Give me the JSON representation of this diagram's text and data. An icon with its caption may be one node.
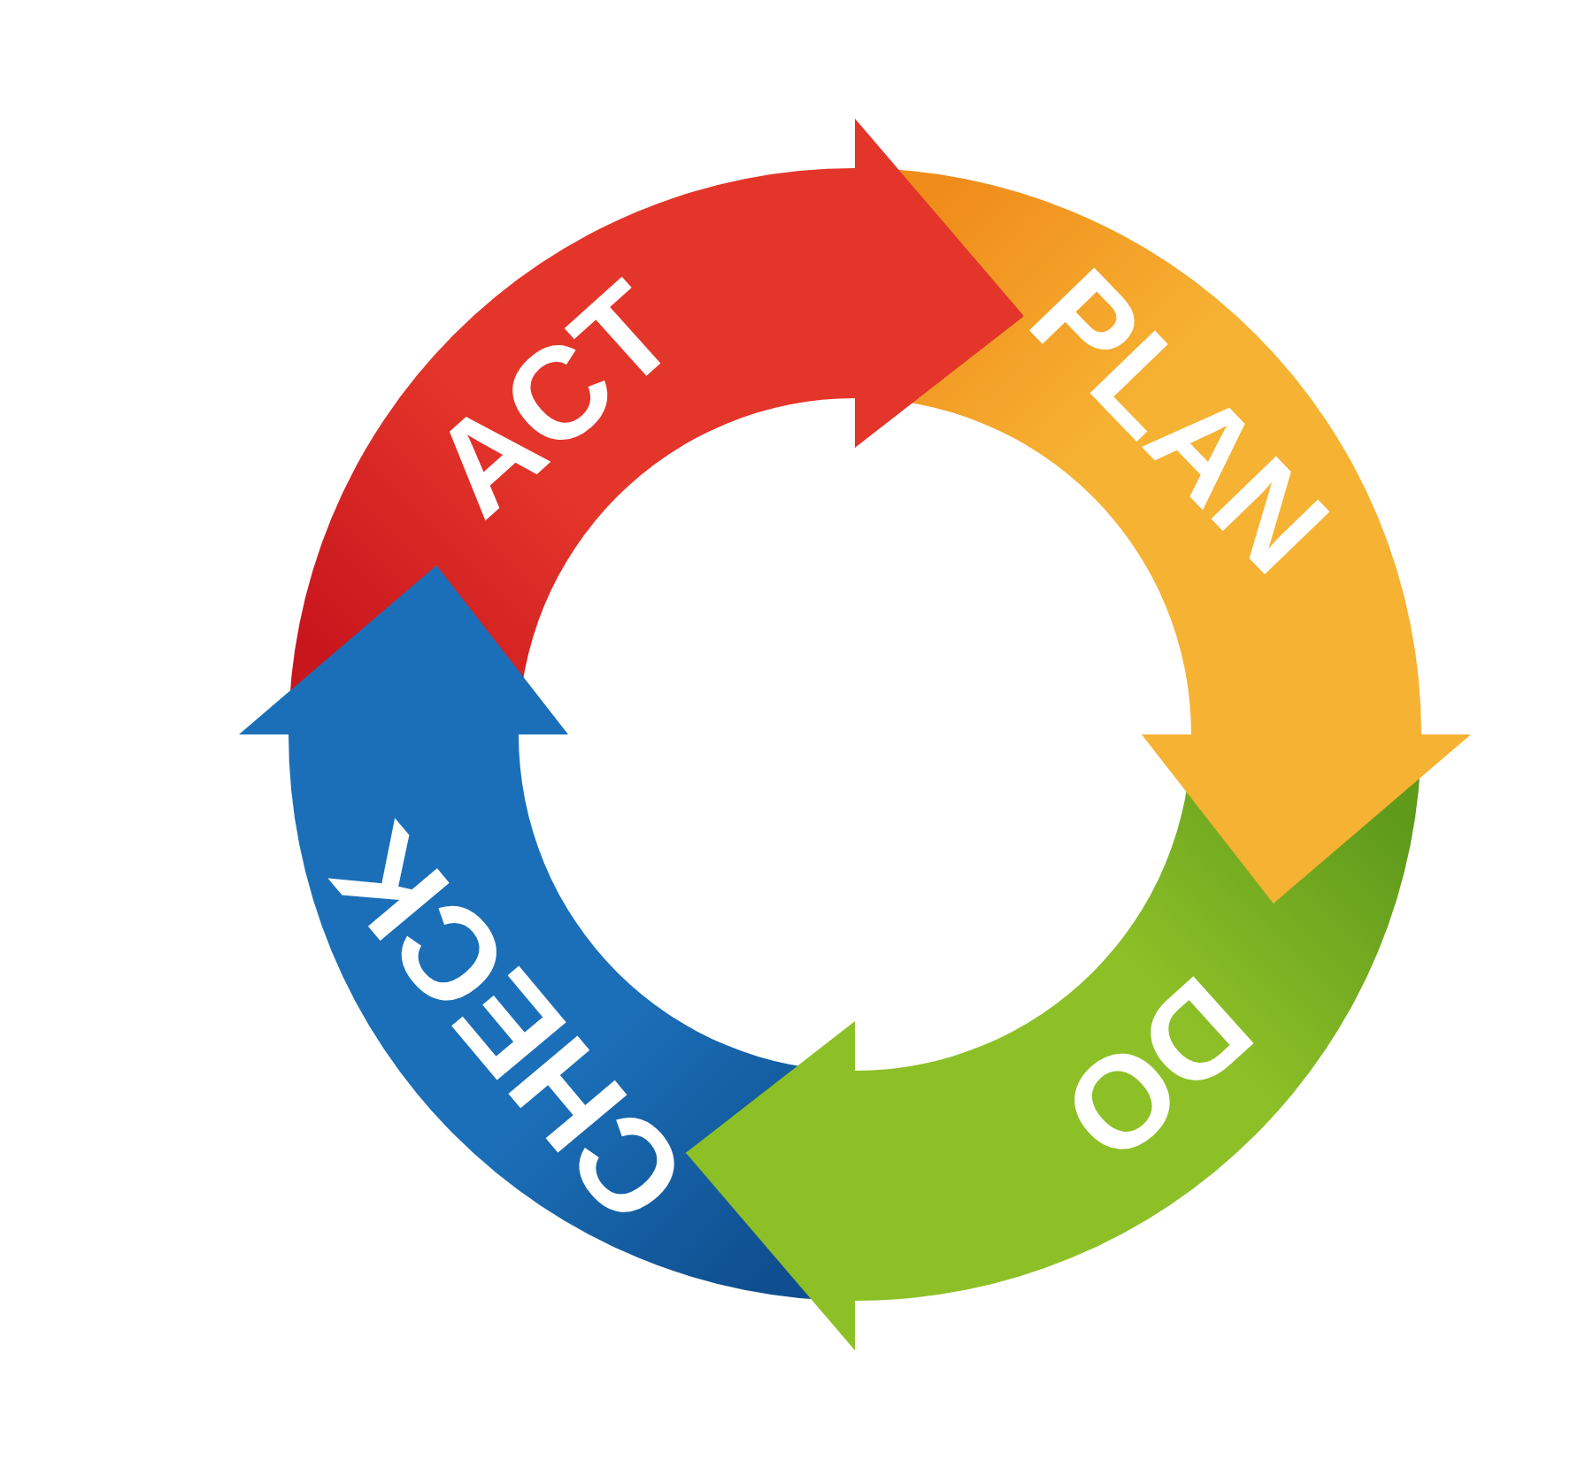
{
  "diagram": {
    "nodes": [
      {
        "text": [
          "ACT"
        ]
      },
      {
        "text": [
          "PLAN"
        ]
      },
      {
        "text": [
          "DO"
        ]
      },
      {
        "text": [
          "CHECK"
        ]
      }
    ],
    "edges": [
      {
        "from": 3,
        "to": 0,
        "arrow": "to"
      },
      {
        "from": 0,
        "to": 1,
        "arrow": "to"
      },
      {
        "from": 1,
        "to": 2,
        "arrow": "to"
      },
      {
        "from": 2,
        "to": 3,
        "arrow": "to"
      }
    ]
  }
}
